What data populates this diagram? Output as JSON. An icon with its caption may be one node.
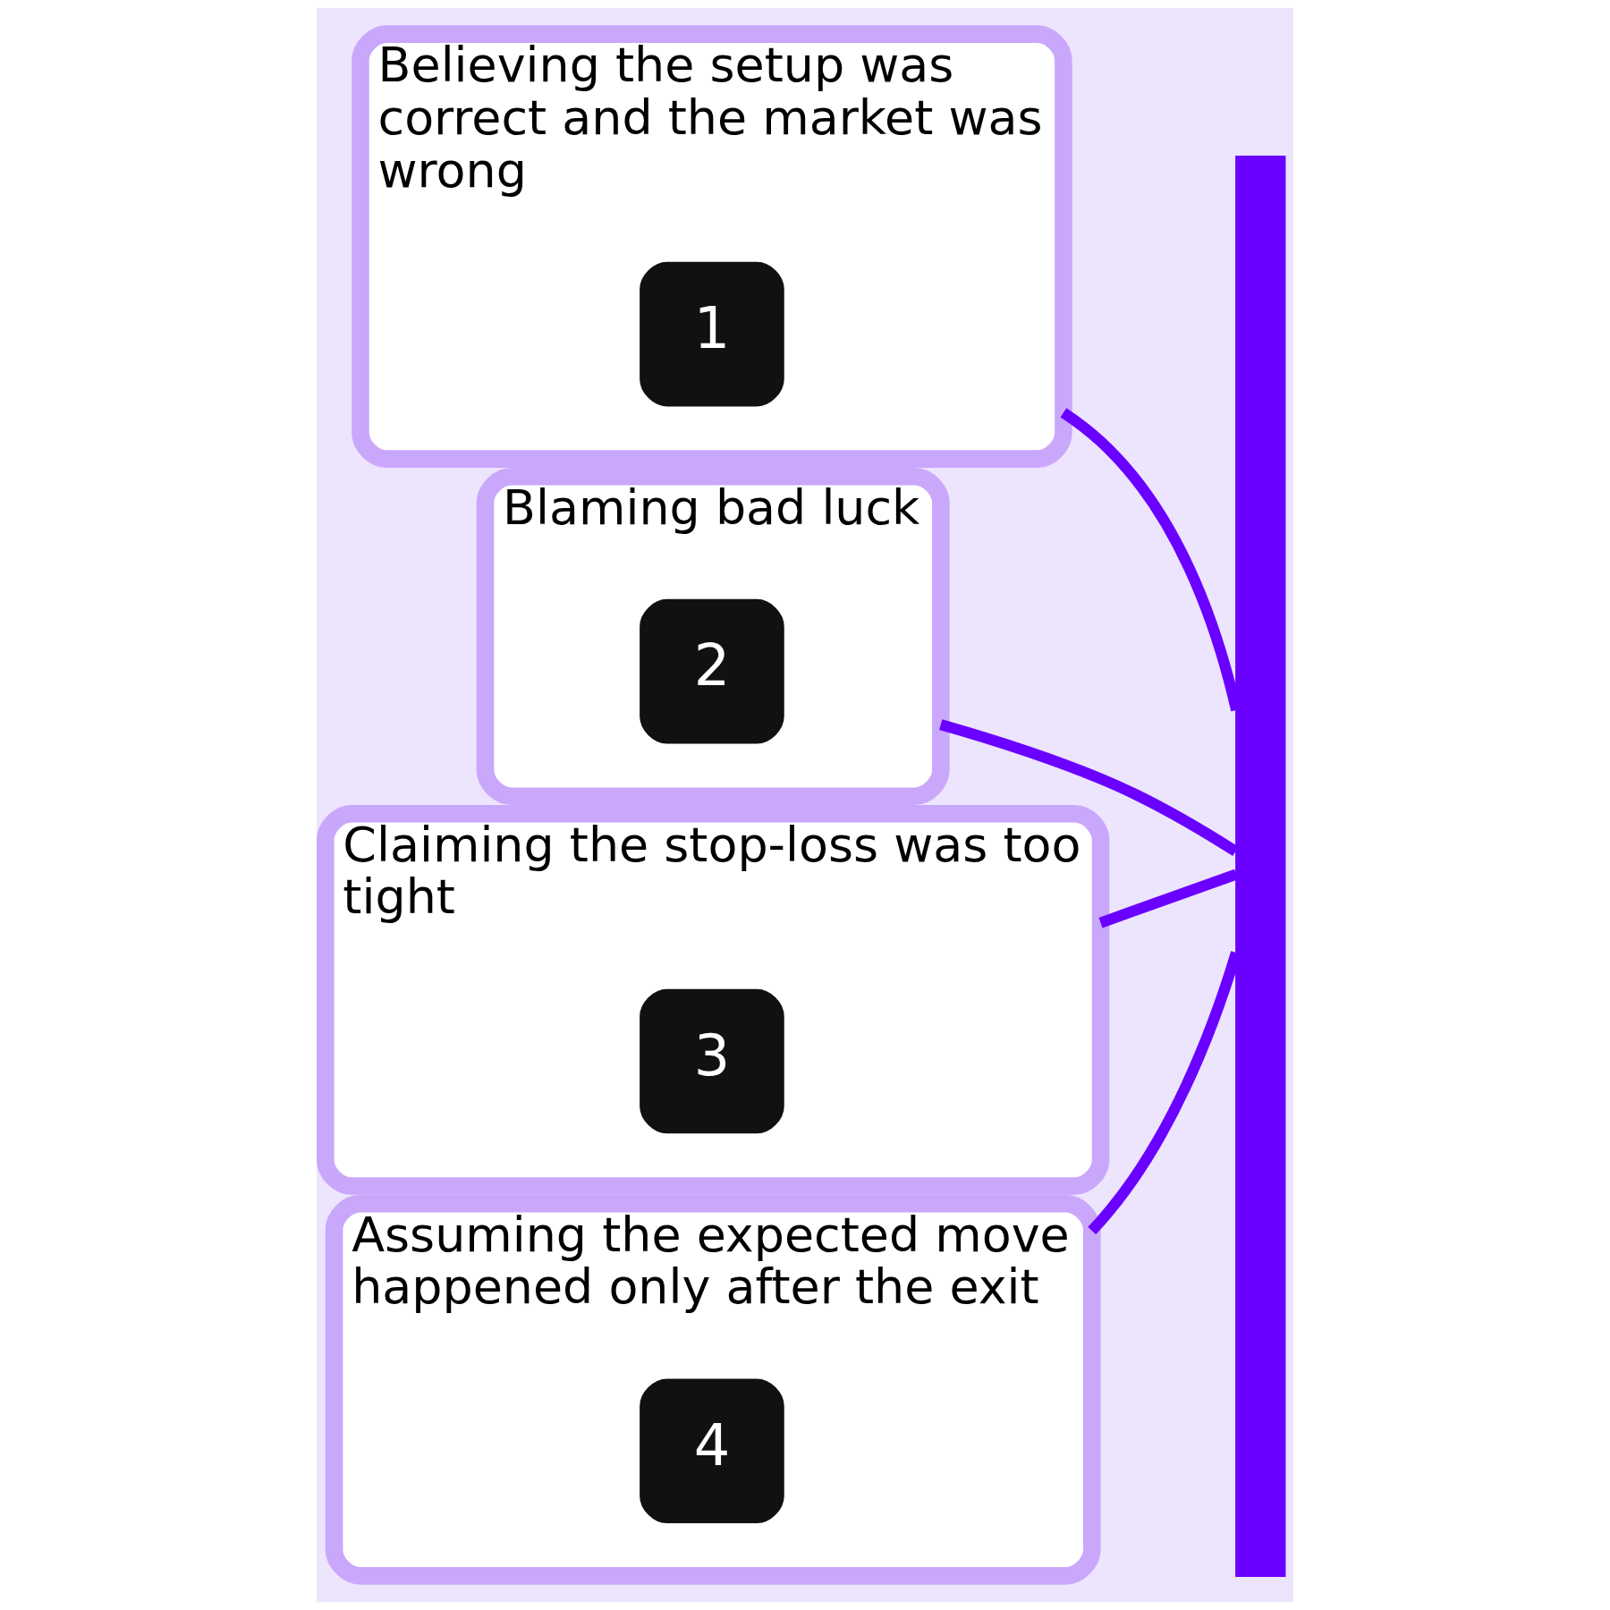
{
  "diagram": {
    "nodes": [
      {
        "text": [
          "Believing the setup was correct and the market was wrong"
        ]
      },
      {
        "text": [
          "1"
        ],
        "in": 0
      },
      {
        "text": [
          "Blaming bad luck"
        ]
      },
      {
        "text": [
          "2"
        ],
        "in": 2
      },
      {
        "text": [
          "Claiming the stop-loss was too tight"
        ]
      },
      {
        "text": [
          "3"
        ],
        "in": 4
      },
      {
        "text": [
          "Assuming the expected move happened only after the exit"
        ]
      },
      {
        "text": [
          "4"
        ],
        "in": 6
      },
      {
        "text": [],
        "shape": "bar"
      }
    ],
    "edges": [
      {
        "from": 0,
        "to": 8,
        "arrow": "none"
      },
      {
        "from": 2,
        "to": 8,
        "arrow": "none"
      },
      {
        "from": 4,
        "to": 8,
        "arrow": "none"
      },
      {
        "from": 6,
        "to": 8,
        "arrow": "none"
      }
    ]
  }
}
